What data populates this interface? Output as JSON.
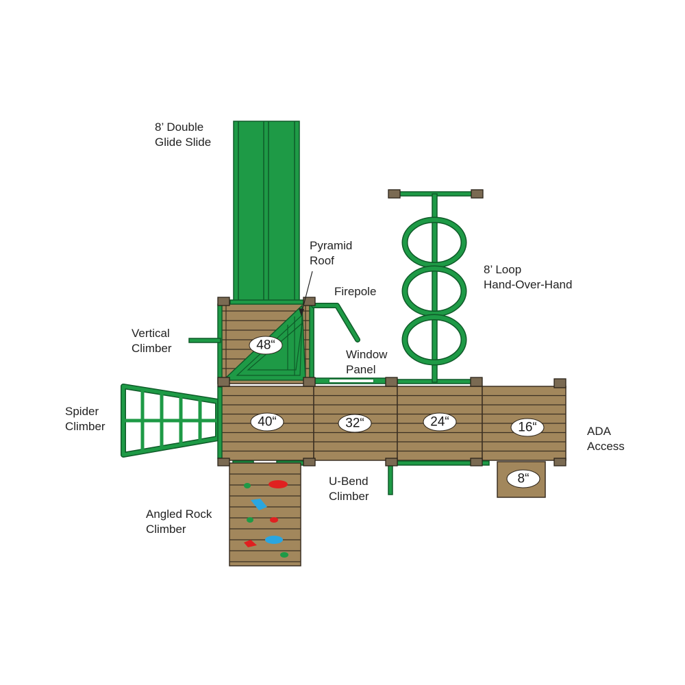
{
  "labels": {
    "double_glide_slide": [
      "8’ Double",
      "Glide Slide"
    ],
    "pyramid_roof": [
      "Pyramid",
      "Roof"
    ],
    "firepole": [
      "Firepole"
    ],
    "loop_hand_over_hand": [
      "8’ Loop",
      "Hand-Over-Hand"
    ],
    "vertical_climber": [
      "Vertical",
      "Climber"
    ],
    "window_panel": [
      "Window",
      "Panel"
    ],
    "spider_climber": [
      "Spider",
      "Climber"
    ],
    "ada_access": [
      "ADA",
      "Access"
    ],
    "u_bend_climber": [
      "U-Bend",
      "Climber"
    ],
    "angled_rock_climber": [
      "Angled Rock",
      "Climber"
    ]
  },
  "deck_heights": {
    "upper": "48“",
    "main": "40“",
    "step_32": "32“",
    "step_24": "24“",
    "step_16": "16“",
    "step_8": "8“"
  },
  "colors": {
    "wood": "#a2875c",
    "wood_line": "#3a2f22",
    "post": "#7a6a52",
    "accessory_green": "#1e9a46",
    "green_outline": "#0e5a28",
    "rock_red": "#e02020",
    "rock_blue": "#2aa6e0",
    "rock_green": "#1e9a46"
  }
}
